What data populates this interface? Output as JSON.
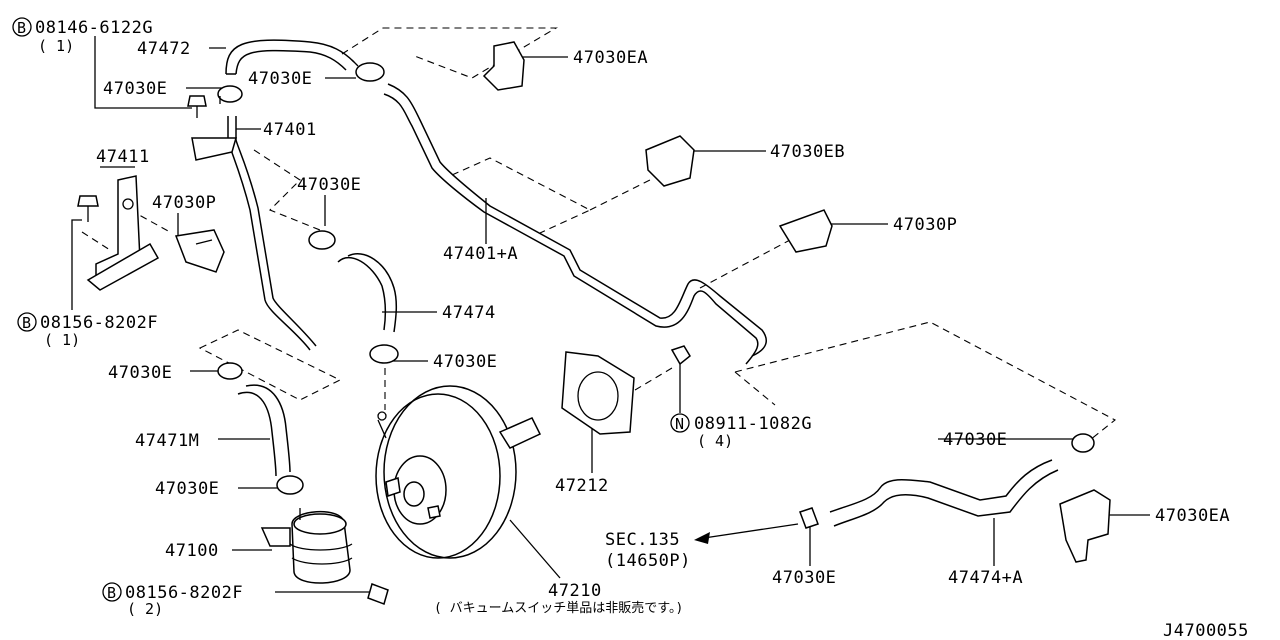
{
  "diagram": {
    "labels": {
      "p08146": "08146-6122G",
      "q_b1": "( 1)",
      "p47472": "47472",
      "p47030E_a": "47030E",
      "p47030E_b": "47030E",
      "p47030EA_top": "47030EA",
      "p47401": "47401",
      "p47411": "47411",
      "p47030EB": "47030EB",
      "p47030E_c": "47030E",
      "p47030P_left": "47030P",
      "p47030P_right": "47030P",
      "p47401A": "47401+A",
      "p08156_a": "08156-8202F",
      "q_b2": "( 1)",
      "p47474": "47474",
      "p47030E_d": "47030E",
      "p47030E_e": "47030E",
      "p08911": "08911-1082G",
      "q_n": "( 4)",
      "p47471M": "47471M",
      "p47030E_f": "47030E",
      "p47212": "47212",
      "p47030E_g": "47030E",
      "p47030EA_right": "47030EA",
      "sec135": "SEC.135",
      "sec135_ref": "(14650P)",
      "p47100": "47100",
      "p08156_b": "08156-8202F",
      "q_b3": "( 2)",
      "p47030E_h": "47030E",
      "p47474A": "47474+A",
      "p47210": "47210",
      "note": "( バキュームスイッチ単品は非販売です。)",
      "diagram_id": "J4700055"
    },
    "symbols": {
      "bolt": "B",
      "nut": "N"
    }
  }
}
